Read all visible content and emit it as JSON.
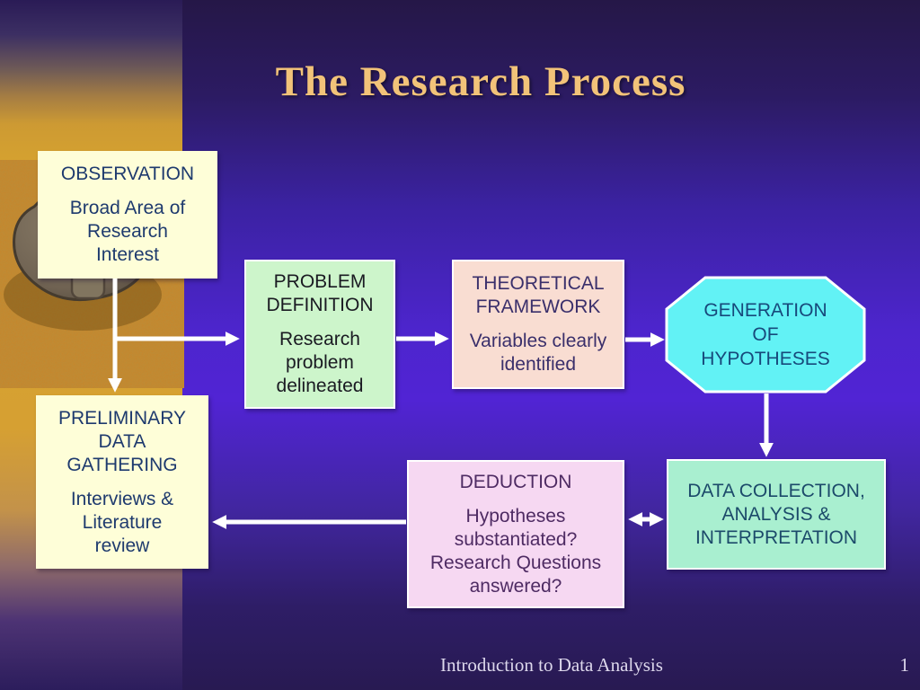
{
  "slide_title": "The Research Process",
  "footer": {
    "text": "Introduction to Data Analysis",
    "page_number": "1"
  },
  "flowchart": {
    "observation": {
      "heading": "OBSERVATION",
      "body": "Broad Area of\nResearch\nInterest"
    },
    "problem_definition": {
      "heading": "PROBLEM\nDEFINITION",
      "body": "Research\nproblem\ndelineated"
    },
    "theoretical_framework": {
      "heading": "THEORETICAL\nFRAMEWORK",
      "body": "Variables clearly\nidentified"
    },
    "generation_of_hypotheses": {
      "heading": "GENERATION\nOF\nHYPOTHESES"
    },
    "preliminary_data_gathering": {
      "heading": "PRELIMINARY\nDATA\nGATHERING",
      "body": "Interviews &\nLiterature\nreview"
    },
    "deduction": {
      "heading": "DEDUCTION",
      "body": "Hypotheses\nsubstantiated?\nResearch Questions\nanswered?"
    },
    "data_collection": {
      "heading": "DATA COLLECTION,\nANALYSIS &\nINTERPRETATION"
    }
  },
  "connections": [
    {
      "from": "observation",
      "to": "preliminary_data_gathering",
      "direction": "down"
    },
    {
      "from": "observation",
      "to": "problem_definition",
      "direction": "right"
    },
    {
      "from": "problem_definition",
      "to": "theoretical_framework",
      "direction": "right"
    },
    {
      "from": "theoretical_framework",
      "to": "generation_of_hypotheses",
      "direction": "right"
    },
    {
      "from": "generation_of_hypotheses",
      "to": "data_collection",
      "direction": "down"
    },
    {
      "from": "data_collection",
      "to": "deduction",
      "direction": "both"
    },
    {
      "from": "deduction",
      "to": "preliminary_data_gathering",
      "direction": "left"
    }
  ],
  "decor": {
    "left_photo": "padlock-photo"
  },
  "colors": {
    "title_text": "#F2C379",
    "background_bright": "#5124D4",
    "background_dark": "#251747",
    "strip_gold": "#D9A52E",
    "cream_box": "#FEFED8",
    "green_box": "#CDF5CB",
    "peach_box": "#F9DDD2",
    "pink_box": "#F6D8F2",
    "cyan_octagon": "#62F2F5",
    "mint_box": "#A9EFD0",
    "arrow": "#FFFFFF"
  }
}
